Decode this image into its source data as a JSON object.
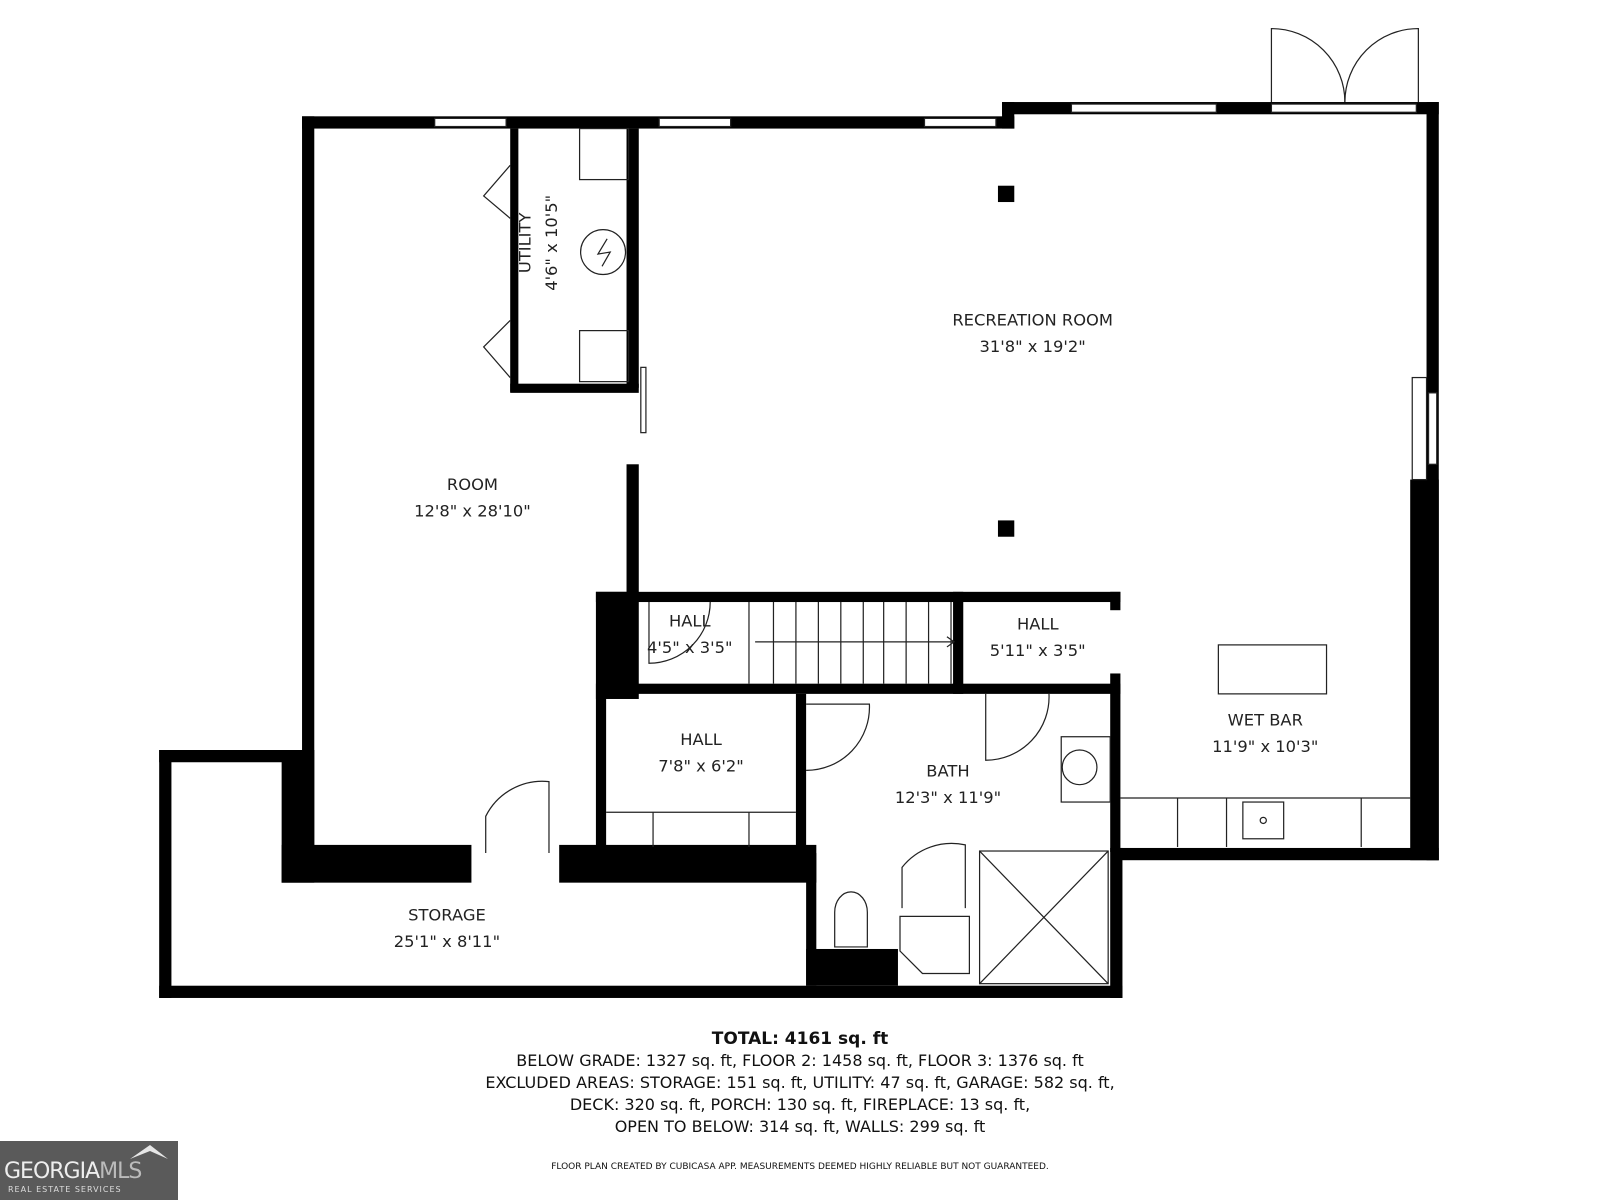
{
  "rooms": {
    "utility": {
      "name": "UTILITY",
      "dims": "4'6\" x 10'5\""
    },
    "recreation": {
      "name": "RECREATION ROOM",
      "dims": "31'8\" x 19'2\""
    },
    "room": {
      "name": "ROOM",
      "dims": "12'8\" x 28'10\""
    },
    "hall1": {
      "name": "HALL",
      "dims": "4'5\" x 3'5\""
    },
    "hall2": {
      "name": "HALL",
      "dims": "5'11\" x 3'5\""
    },
    "hall3": {
      "name": "HALL",
      "dims": "7'8\" x 6'2\""
    },
    "bath": {
      "name": "BATH",
      "dims": "12'3\" x 11'9\""
    },
    "wetbar": {
      "name": "WET BAR",
      "dims": "11'9\" x 10'3\""
    },
    "storage": {
      "name": "STORAGE",
      "dims": "25'1\" x 8'11\""
    }
  },
  "summary": {
    "total": "TOTAL: 4161 sq. ft",
    "line1": "BELOW GRADE: 1327 sq. ft, FLOOR 2: 1458 sq. ft, FLOOR 3: 1376 sq. ft",
    "line2": "EXCLUDED AREAS: STORAGE: 151 sq. ft, UTILITY: 47 sq. ft, GARAGE: 582 sq. ft,",
    "line3": "DECK: 320 sq. ft, PORCH: 130 sq. ft, FIREPLACE: 13 sq. ft,",
    "line4": "OPEN TO BELOW: 314 sq. ft, WALLS: 299 sq. ft"
  },
  "disclaimer": "FLOOR PLAN CREATED BY CUBICASA APP. MEASUREMENTS DEEMED HIGHLY RELIABLE BUT NOT GUARANTEED.",
  "logo": {
    "main": "GEORGIA",
    "accent": "MLS",
    "sub": "REAL ESTATE SERVICES"
  }
}
